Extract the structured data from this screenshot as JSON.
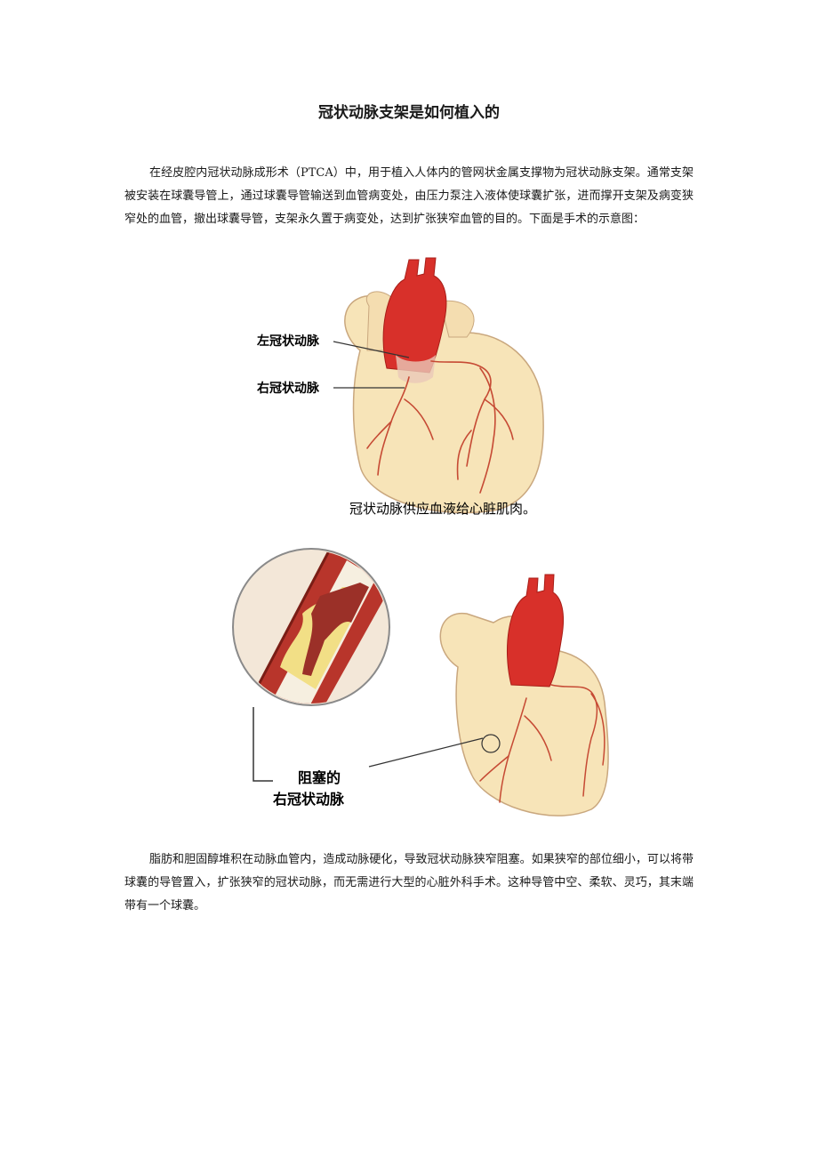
{
  "document": {
    "title": "冠状动脉支架是如何植入的",
    "paragraph1": "在经皮腔内冠状动脉成形术（PTCA）中，用于植入人体内的管网状金属支撑物为冠状动脉支架。通常支架被安装在球囊导管上，通过球囊导管输送到血管病变处，由压力泵注入液体使球囊扩张，进而撑开支架及病变狭窄处的血管，撤出球囊导管，支架永久置于病变处，达到扩张狭窄血管的目的。下面是手术的示意图：",
    "paragraph2": "脂肪和胆固醇堆积在动脉血管内，造成动脉硬化，导致冠状动脉狭窄阻塞。如果狭窄的部位细小，可以将带球囊的导管置入，扩张狭窄的冠状动脉，而无需进行大型的心脏外科手术。这种导管中空、柔软、灵巧，其末端带有一个球囊。"
  },
  "figure1": {
    "label_left": "左冠状动脉",
    "label_right": "右冠状动脉",
    "caption": "冠状动脉供应血液给心脏肌肉。"
  },
  "figure2": {
    "label_line1": "阻塞的",
    "label_line2": "右冠状动脉"
  },
  "colors": {
    "heart": "#f7e4b8",
    "heart_outline": "#c9a77e",
    "aorta": "#d8302a",
    "artery": "#c64a34",
    "plaque": "#f2df86"
  }
}
